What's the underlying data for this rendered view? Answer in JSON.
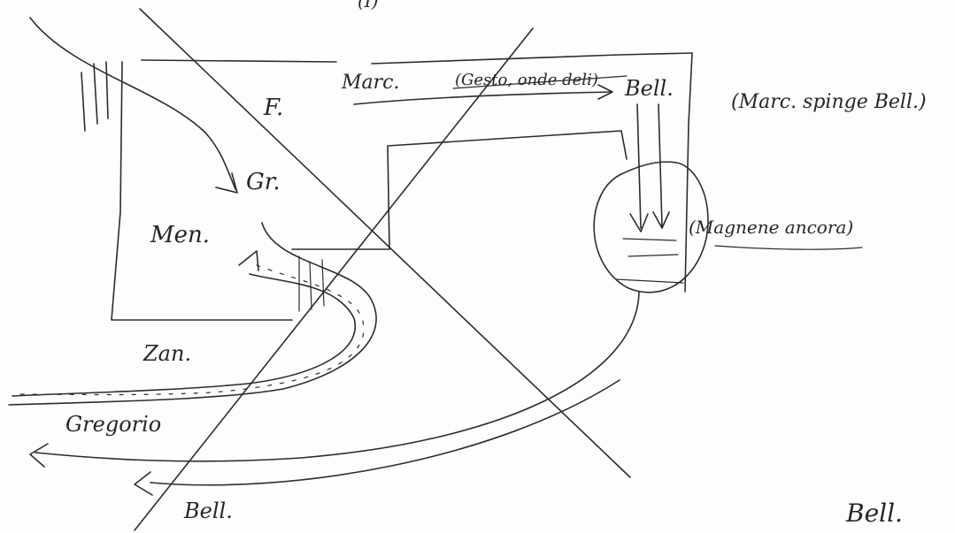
{
  "sketch": {
    "top_fragment": "(I)",
    "labels": {
      "f": "F.",
      "gr": "Gr.",
      "men": "Men.",
      "zan": "Zan.",
      "marc": "Marc.",
      "marc_note": "(Gesto, onde deli)",
      "bell_top": "Bell.",
      "marc_pushes": "(Marc. spinge Bell.)",
      "remains": "(Magnene ancora)",
      "gregorio": "Gregorio",
      "bell_bottom": "Bell.",
      "initials": "Bell."
    }
  }
}
